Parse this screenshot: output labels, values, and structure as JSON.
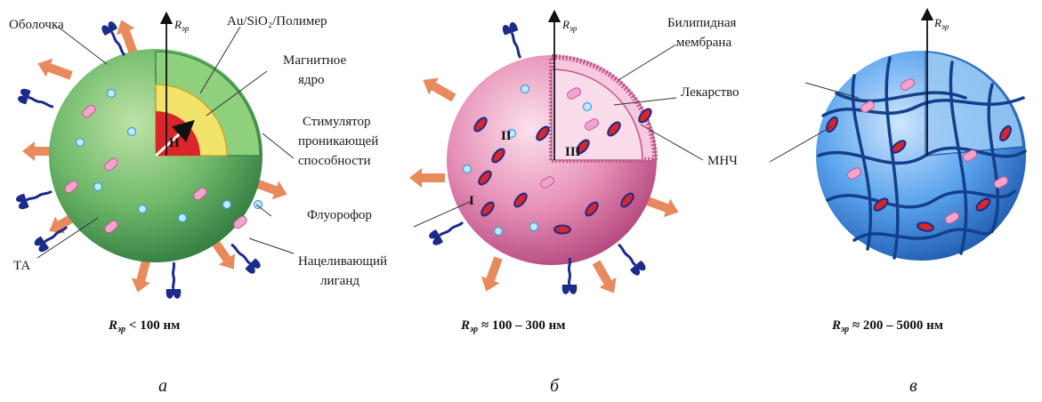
{
  "panel_a": {
    "letter": "а",
    "axis_label": "R",
    "axis_sub": "эр",
    "labels": {
      "shell": "Оболочка",
      "coating": "Au/SiO₂/Полимер",
      "magnetic_core_1": "Магнитное",
      "magnetic_core_2": "ядро",
      "stimulator_1": "Стимулятор",
      "stimulator_2": "проникающей",
      "stimulator_3": "способности",
      "fluorophore": "Флуорофор",
      "ta": "ТА",
      "ligand_1": "Нацеливающий",
      "ligand_2": "лиганд",
      "h": "H"
    },
    "caption_r": "R",
    "caption_sub": "эр",
    "caption_rest": " < 100 нм"
  },
  "panel_b": {
    "letter": "б",
    "axis_label": "R",
    "axis_sub": "эр",
    "labels": {
      "bilipid_1": "Билипидная",
      "bilipid_2": "мембрана",
      "drug": "Лекарство",
      "mnp": "МНЧ",
      "roman_1": "I",
      "roman_2": "II",
      "roman_3": "III"
    },
    "caption_r": "R",
    "caption_sub": "эр",
    "caption_rest": " ≈ 100 – 300 нм"
  },
  "panel_c": {
    "letter": "в",
    "axis_label": "R",
    "axis_sub": "эр",
    "caption_r": "R",
    "caption_sub": "эр",
    "caption_rest": " ≈ 200 – 5000 нм"
  },
  "colors": {
    "green_sphere": "#5aa85a",
    "yellow_layer": "#f2e36a",
    "red_core": "#d8262a",
    "pink_sphere": "#e07fa6",
    "blue_sphere": "#3f8fe0",
    "arrow_orange": "#e98a5e",
    "ligand_navy": "#1c2a8a"
  }
}
